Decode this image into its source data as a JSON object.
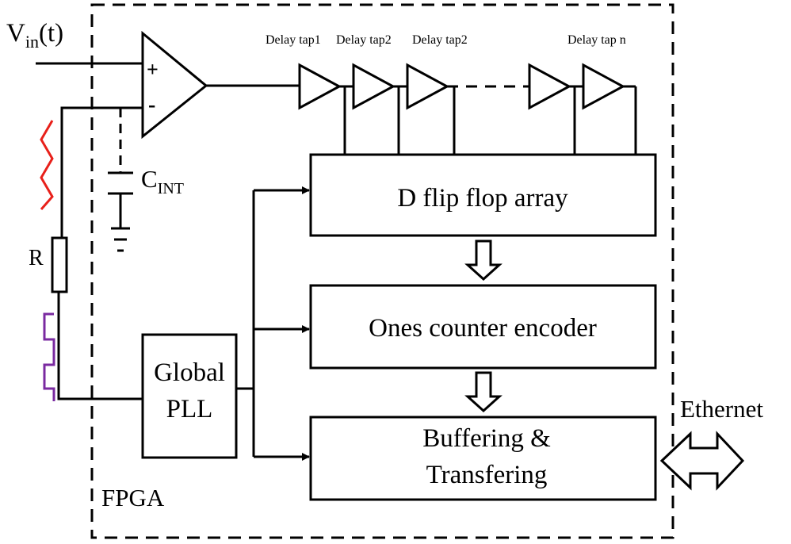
{
  "input": {
    "v_main": "V",
    "v_sub": "in",
    "v_arg": "(t)"
  },
  "comparator": {
    "plus": "+",
    "minus": "-"
  },
  "capacitor": {
    "main": "C",
    "sub": "INT"
  },
  "resistor": {
    "label": "R"
  },
  "delay_taps": [
    "Delay tap1",
    "Delay tap2",
    "Delay tap2",
    "Delay tap n"
  ],
  "blocks": {
    "dff": "D flip flop array",
    "ones_counter": "Ones counter encoder",
    "buffer_line1": "Buffering &",
    "buffer_line2": "Transfering",
    "pll_line1": "Global",
    "pll_line2": "PLL"
  },
  "fpga_label": "FPGA",
  "ethernet_label": "Ethernet",
  "colors": {
    "ramp": "#e8201a",
    "pulse": "#7a2aa0",
    "line": "#000000"
  }
}
